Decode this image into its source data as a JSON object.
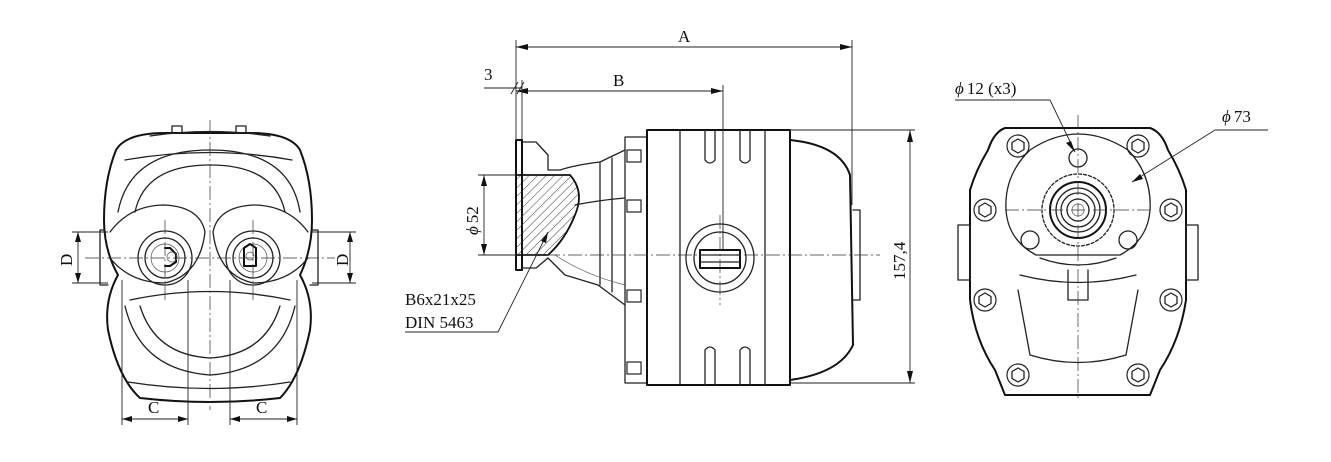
{
  "labels": {
    "dim_a": "A",
    "dim_b": "B",
    "dim_3": "3",
    "dim_c_left": "C",
    "dim_c_right": "C",
    "dim_d_left": "D",
    "dim_d_right": "D",
    "dim_height": "157,4",
    "dim_shaft_dia": "52",
    "dim_hole_dia": "12 (x3)",
    "dim_flange_dia": "73",
    "spline_spec_line1": "B6x21x25",
    "spline_spec_line2": "DIN 5463"
  },
  "symbols": {
    "diameter": "ϕ"
  },
  "colors": {
    "line": "#222222",
    "background": "#ffffff"
  }
}
